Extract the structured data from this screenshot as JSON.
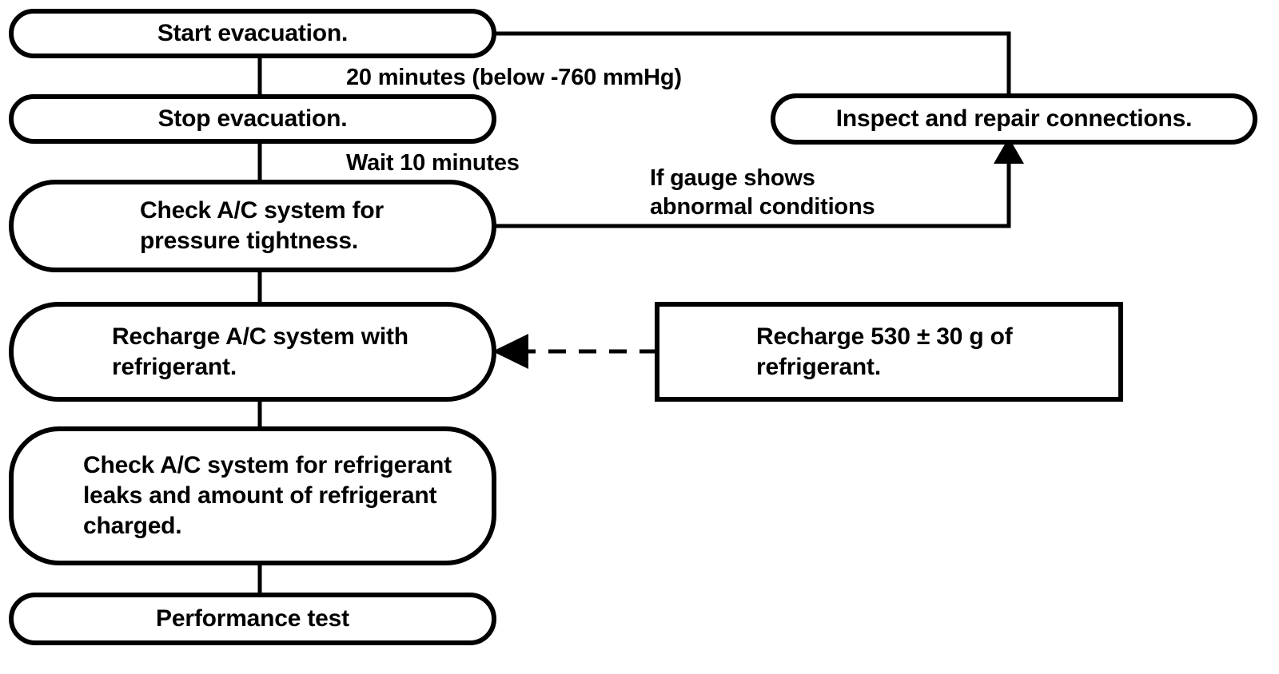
{
  "diagram": {
    "title": "A/C system evacuation and recharge procedure flowchart",
    "stroke_color": "#000000",
    "fill_color": "#ffffff",
    "background": "#ffffff",
    "nodes": [
      {
        "id": "start-evacuation",
        "label": "Start evacuation.",
        "shape": "rounded"
      },
      {
        "id": "stop-evacuation",
        "label": "Stop evacuation.",
        "shape": "rounded"
      },
      {
        "id": "check-pressure",
        "label": "Check A/C system for\npressure tightness.",
        "shape": "rounded"
      },
      {
        "id": "recharge-system",
        "label": "Recharge A/C system with\nrefrigerant.",
        "shape": "rounded"
      },
      {
        "id": "check-leaks",
        "label": "Check A/C system for refrigerant\nleaks and amount of refrigerant\ncharged.",
        "shape": "rounded"
      },
      {
        "id": "performance-test",
        "label": "Performance test",
        "shape": "rounded"
      },
      {
        "id": "inspect-repair",
        "label": "Inspect and repair connections.",
        "shape": "rounded"
      },
      {
        "id": "recharge-amount",
        "label": "Recharge 530 ± 30 g of\nrefrigerant.",
        "shape": "rectangle"
      }
    ],
    "edge_labels": [
      {
        "id": "evacuation-duration",
        "text": "20 minutes (below -760 mmHg)"
      },
      {
        "id": "wait-time",
        "text": "Wait 10 minutes"
      },
      {
        "id": "abnormal-condition",
        "text": "If gauge shows\nabnormal conditions"
      }
    ],
    "edges": [
      {
        "from": "start-evacuation",
        "to": "stop-evacuation",
        "style": "solid",
        "arrow": "none"
      },
      {
        "from": "stop-evacuation",
        "to": "check-pressure",
        "style": "solid",
        "arrow": "none"
      },
      {
        "from": "check-pressure",
        "to": "recharge-system",
        "style": "solid",
        "arrow": "none"
      },
      {
        "from": "recharge-system",
        "to": "check-leaks",
        "style": "solid",
        "arrow": "none"
      },
      {
        "from": "check-leaks",
        "to": "performance-test",
        "style": "solid",
        "arrow": "none"
      },
      {
        "from": "start-evacuation",
        "to": "inspect-repair",
        "style": "solid",
        "arrow": "none"
      },
      {
        "from": "check-pressure",
        "to": "inspect-repair",
        "style": "solid",
        "arrow": "up"
      },
      {
        "from": "recharge-amount",
        "to": "recharge-system",
        "style": "dashed",
        "arrow": "left"
      }
    ]
  }
}
